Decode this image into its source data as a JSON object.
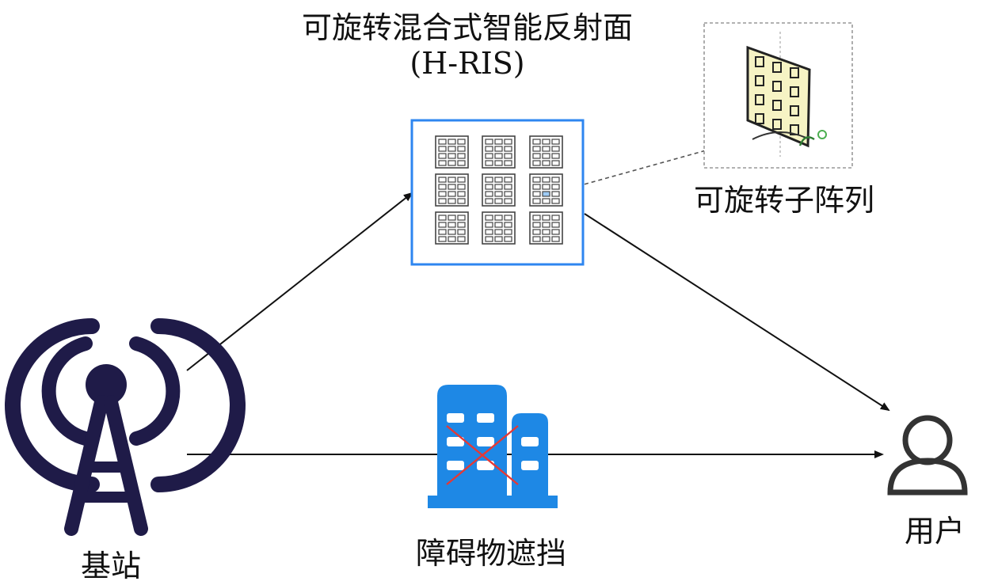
{
  "labels": {
    "ris_title": "可旋转混合式智能反射面",
    "ris_abbr": "(H-RIS)",
    "subarray": "可旋转子阵列",
    "base_station": "基站",
    "obstacle": "障碍物遮挡",
    "user": "用户"
  },
  "colors": {
    "tower": "#1f1b48",
    "ris_border": "#2e86f0",
    "building": "#1e88e5",
    "blocked_cross": "#e53935",
    "panel_fill": "#f6f3c4"
  },
  "icons": [
    "base-station-tower-icon",
    "building-icon",
    "user-icon",
    "ris-panel-icon",
    "rotation-arrow-icon"
  ]
}
